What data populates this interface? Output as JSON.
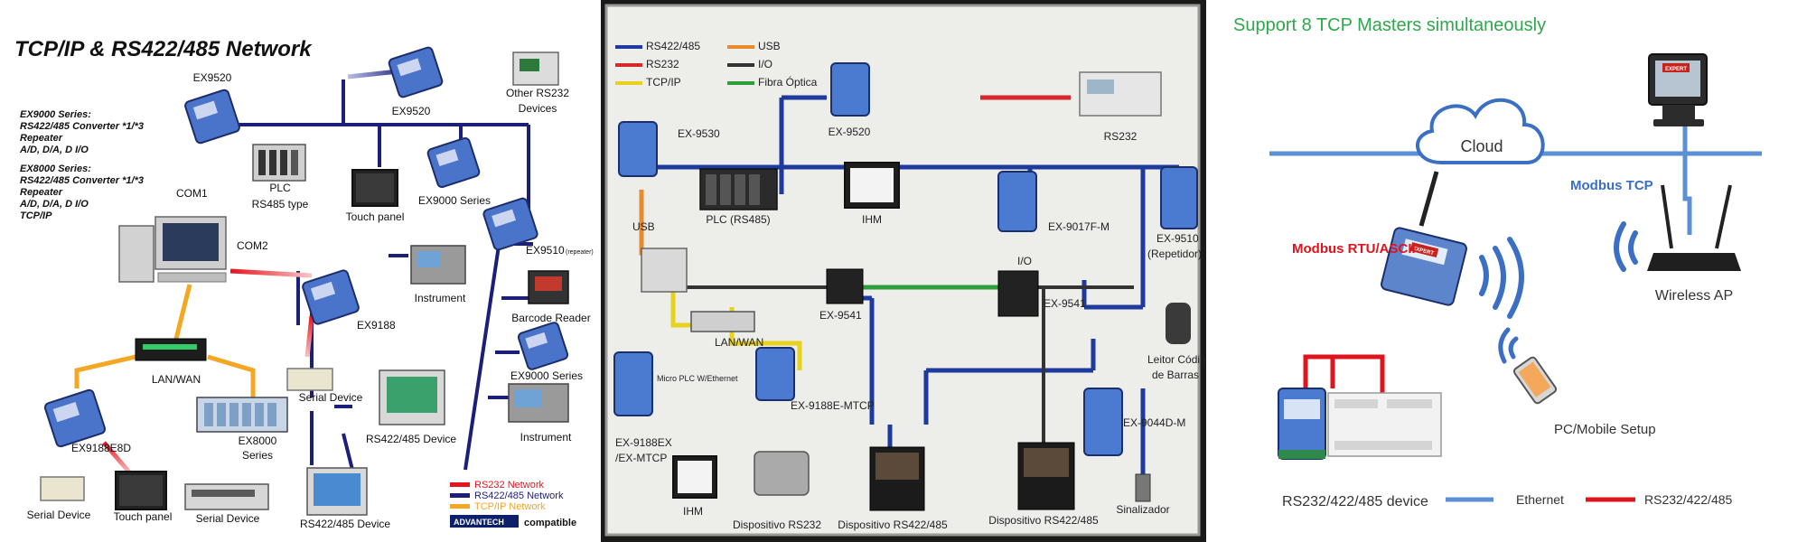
{
  "panel1": {
    "title": "TCP/IP & RS422/485 Network",
    "series_ex9000": [
      "EX9000 Series:",
      "RS422/485 Converter *1/*3",
      "Repeater",
      "A/D, D/A, D I/O"
    ],
    "series_ex8000": [
      "EX8000 Series:",
      "RS422/485 Converter *1/*3",
      "Repeater",
      "A/D, D/A, D I/O",
      "TCP/IP"
    ],
    "labels": {
      "ex9520_left": "EX9520",
      "ex9520_top": "EX9520",
      "other_rs232": "Other RS232",
      "devices": "Devices",
      "plc": "PLC",
      "rs485_type": "RS485 type",
      "touch_panel_top": "Touch panel",
      "ex9000_series_top": "EX9000 Series",
      "com1": "COM1",
      "com2": "COM2",
      "ex9510": "EX9510",
      "repeater": "(repeater)",
      "instrument_top": "Instrument",
      "ex9188": "EX9188",
      "barcode_reader": "Barcode Reader",
      "lan_wan": "LAN/WAN",
      "serial_device_mid": "Serial Device",
      "ex9000_series_bottom": "EX9000 Series",
      "rs422_device_mid": "RS422/485 Device",
      "instrument_bottom": "Instrument",
      "ex9188e8d": "EX9188E8D",
      "ex8000": "EX8000",
      "series": "Series",
      "serial_device_left": "Serial Device",
      "touch_panel_bottom": "Touch panel",
      "serial_device_bottom": "Serial Device",
      "rs422_device_bottom": "RS422/485 Device"
    },
    "legend": {
      "rs232": "RS232 Network",
      "rs485": "RS422/485 Network",
      "tcpip": "TCP/IP Network",
      "brand": "ADVANTECH",
      "compatible": "compatible"
    },
    "colors": {
      "rs232": "#e8141c",
      "rs485": "#1c1f7a",
      "tcpip": "#f5a623",
      "module": "#4a74c9"
    }
  },
  "panel2": {
    "legend": {
      "rs485": "RS422/485",
      "rs232": "RS232",
      "tcpip": "TCP/IP",
      "usb": "USB",
      "io": "I/O",
      "fibra": "Fibra Óptica"
    },
    "labels": {
      "ex9530": "EX-9530",
      "ex9520": "EX-9520",
      "rs232": "RS232",
      "usb": "USB",
      "plc": "PLC (RS485)",
      "ihm_top": "IHM",
      "ex9017": "EX-9017F-M",
      "ex9510": "EX-9510",
      "repetidor": "(Repetidor)",
      "io": "I/O",
      "ex9541_left": "EX-9541",
      "ex9541_right": "EX-9541",
      "lan_wan": "LAN/WAN",
      "leitor": "Leitor Código",
      "barras": "de Barras",
      "micro_plc": "Micro PLC W/Ethernet",
      "ex9188e_mtcp": "EX-9188E-MTCP",
      "ex9044": "EX-9044D-M",
      "ex9188ex": "EX-9188EX",
      "ex_mtcp": "/EX-MTCP",
      "ihm_bottom": "IHM",
      "disp_rs232": "Dispositivo RS232",
      "disp_rs422_a": "Dispositivo RS422/485",
      "disp_rs422_b": "Dispositivo RS422/485",
      "sinalizador": "Sinalizador"
    },
    "colors": {
      "rs485": "#1f3a9e",
      "rs232": "#d9262a",
      "tcpip": "#e8d21c",
      "usb": "#e98a2c",
      "io": "#333333",
      "fibra": "#2e9e3a"
    }
  },
  "panel3": {
    "title": "Support 8 TCP Masters simultaneously",
    "cloud": "Cloud",
    "modbus_tcp": "Modbus TCP",
    "modbus_rtu": "Modbus RTU/ASCII",
    "wireless_ap": "Wireless AP",
    "pc_mobile": "PC/Mobile Setup",
    "rs_device": "RS232/422/485 device",
    "legend_ethernet": "Ethernet",
    "legend_rs": "RS232/422/485",
    "brand": "EXPERT",
    "colors": {
      "title": "#2ea84a",
      "ethernet": "#5b8fd6",
      "rs": "#e0141c",
      "modbus_tcp": "#3a6fc4",
      "modbus_rtu": "#e0141c"
    }
  }
}
